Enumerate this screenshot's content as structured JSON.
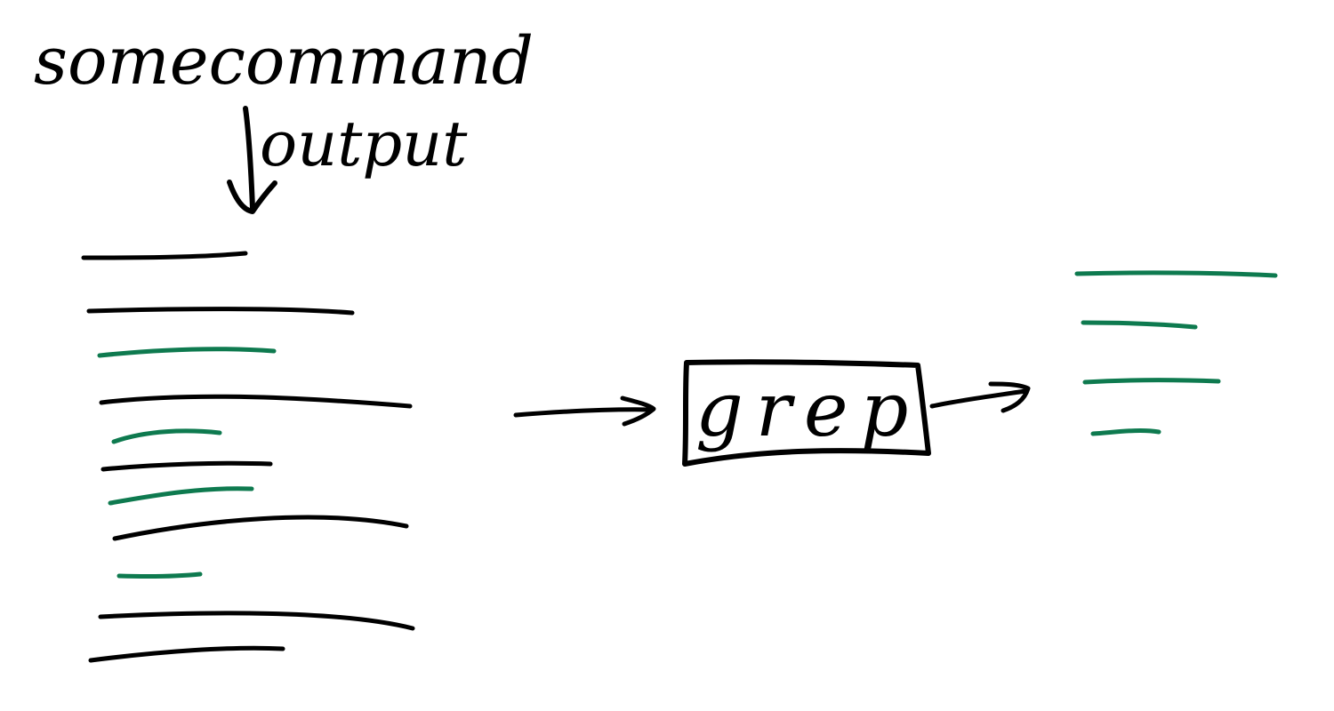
{
  "title": {
    "line1": "somecommand",
    "line2": "output"
  },
  "filter": {
    "label": "grep"
  },
  "colors": {
    "ink": "#000000",
    "match": "#0e7a4f",
    "background": "#ffffff"
  },
  "input_lines": [
    {
      "match": false
    },
    {
      "match": false
    },
    {
      "match": true
    },
    {
      "match": false
    },
    {
      "match": true
    },
    {
      "match": false
    },
    {
      "match": true
    },
    {
      "match": false
    },
    {
      "match": true
    },
    {
      "match": false
    },
    {
      "match": false
    }
  ],
  "output_lines": [
    {
      "match": true
    },
    {
      "match": true
    },
    {
      "match": true
    },
    {
      "match": true
    }
  ]
}
